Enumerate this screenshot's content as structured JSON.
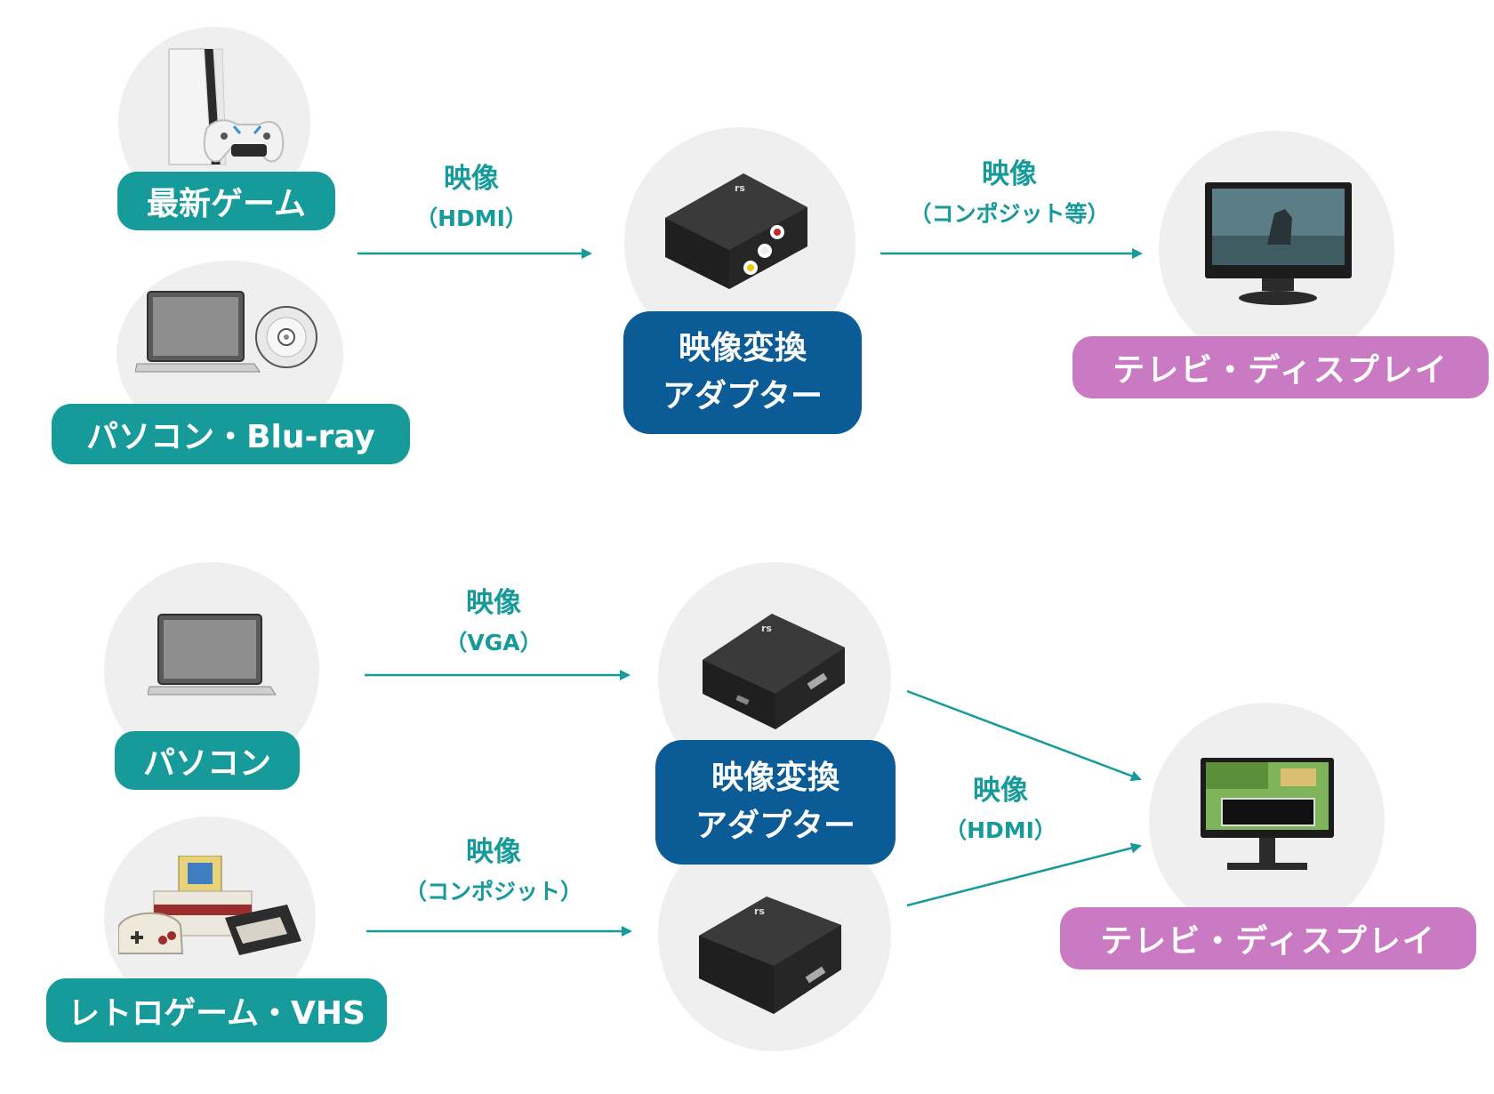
{
  "diagram_1": {
    "sources": [
      {
        "label": "最新ゲーム",
        "icon": "game-console-icon"
      },
      {
        "label": "パソコン・Blu-ray",
        "icon": "laptop-disc-icon"
      }
    ],
    "input_signal": {
      "title": "映像",
      "subtitle": "（HDMI）"
    },
    "adapter": {
      "line1": "映像変換",
      "line2": "アダプター",
      "icon": "hdmi-to-av-converter-icon"
    },
    "output_signal": {
      "title": "映像",
      "subtitle": "（コンポジット等）"
    },
    "destination": {
      "label": "テレビ・ディスプレイ",
      "icon": "tv-monitor-icon"
    }
  },
  "diagram_2": {
    "sources": [
      {
        "label": "パソコン",
        "icon": "laptop-icon"
      },
      {
        "label": "レトロゲーム・VHS",
        "icon": "retro-console-vhs-icon"
      }
    ],
    "input_signal_top": {
      "title": "映像",
      "subtitle": "（VGA）"
    },
    "input_signal_bottom": {
      "title": "映像",
      "subtitle": "（コンポジット）"
    },
    "adapter": {
      "line1": "映像変換",
      "line2": "アダプター",
      "icons": [
        "vga-to-hdmi-converter-icon",
        "av-to-hdmi-converter-icon"
      ]
    },
    "output_signal": {
      "title": "映像",
      "subtitle": "（HDMI）"
    },
    "destination": {
      "label": "テレビ・ディスプレイ",
      "icon": "tv-monitor-icon"
    }
  },
  "colors": {
    "teal": "#179a9a",
    "pink": "#c97ac2",
    "navy": "#0b5c96",
    "circle": "#efefef"
  }
}
